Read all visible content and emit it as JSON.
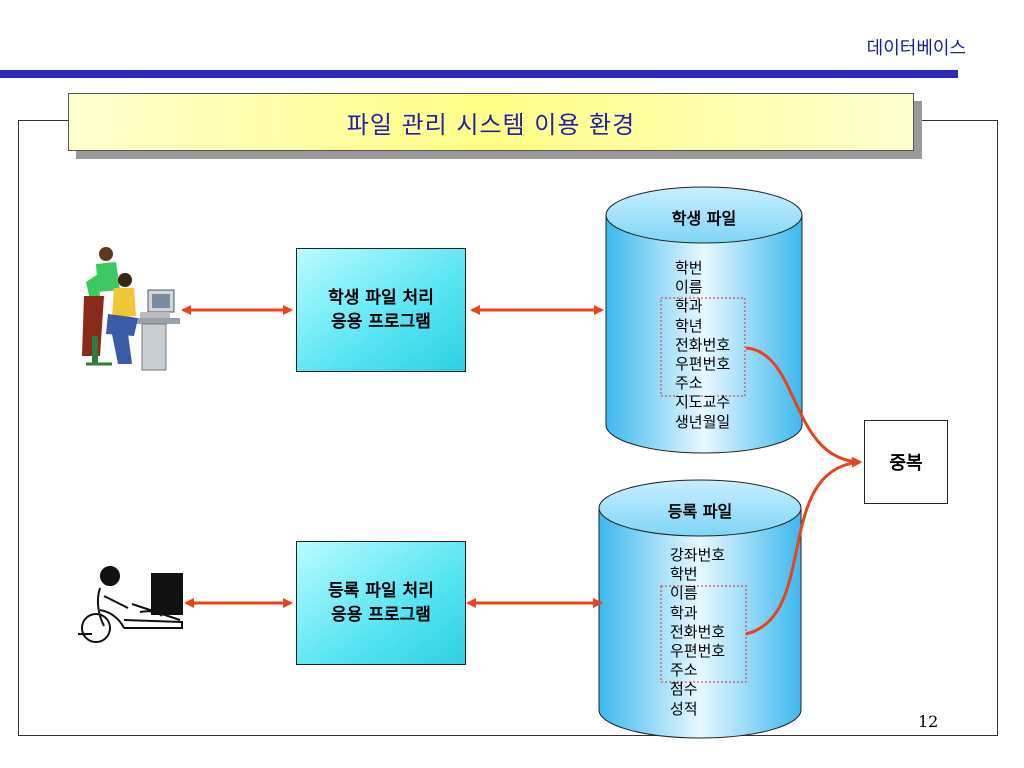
{
  "header": {
    "section": "데이터베이스"
  },
  "title": "파일 관리 시스템 이용 환경",
  "apps": [
    {
      "line1": "학생 파일 처리",
      "line2": "응용 프로그램"
    },
    {
      "line1": "등록 파일 처리",
      "line2": "응용 프로그램"
    }
  ],
  "files": [
    {
      "name": "학생 파일",
      "fields": [
        "학번",
        "이름",
        "학과",
        "학년",
        "전화번호",
        "우편번호",
        "주소",
        "지도교수",
        "생년월일"
      ]
    },
    {
      "name": "등록 파일",
      "fields": [
        "강좌번호",
        "학번",
        "이름",
        "학과",
        "전화번호",
        "우편번호",
        "주소",
        "점수",
        "성적"
      ]
    }
  ],
  "duplicate_label": "중복",
  "page_number": "12",
  "colors": {
    "arrow": "#e8431c",
    "title_text": "#2222aa",
    "header_rule": "#2b2bb8",
    "db_fill": "#3cc4ee"
  }
}
